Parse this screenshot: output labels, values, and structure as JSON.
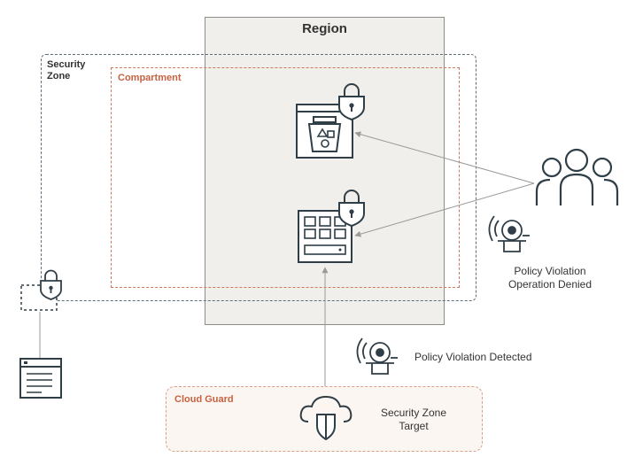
{
  "region": {
    "title": "Region"
  },
  "security_zone": {
    "label_line1": "Security",
    "label_line2": "Zone"
  },
  "compartment": {
    "label": "Compartment"
  },
  "cloud_guard": {
    "label": "Cloud Guard",
    "target_line1": "Security Zone",
    "target_line2": "Target"
  },
  "alerts": {
    "denied_line1": "Policy Violation",
    "denied_line2": "Operation Denied",
    "detected": "Policy Violation Detected"
  },
  "icons": {
    "bucket": "object-storage-bucket-icon",
    "compute": "compute-grid-icon",
    "lock": "padlock-icon",
    "users": "user-group-icon",
    "alarm": "alarm-bell-icon",
    "shield": "cloud-shield-icon",
    "doc": "document-window-icon"
  },
  "colors": {
    "dark": "#2f3e47",
    "orange": "#c8613f",
    "region_bg": "#f1efeb"
  }
}
